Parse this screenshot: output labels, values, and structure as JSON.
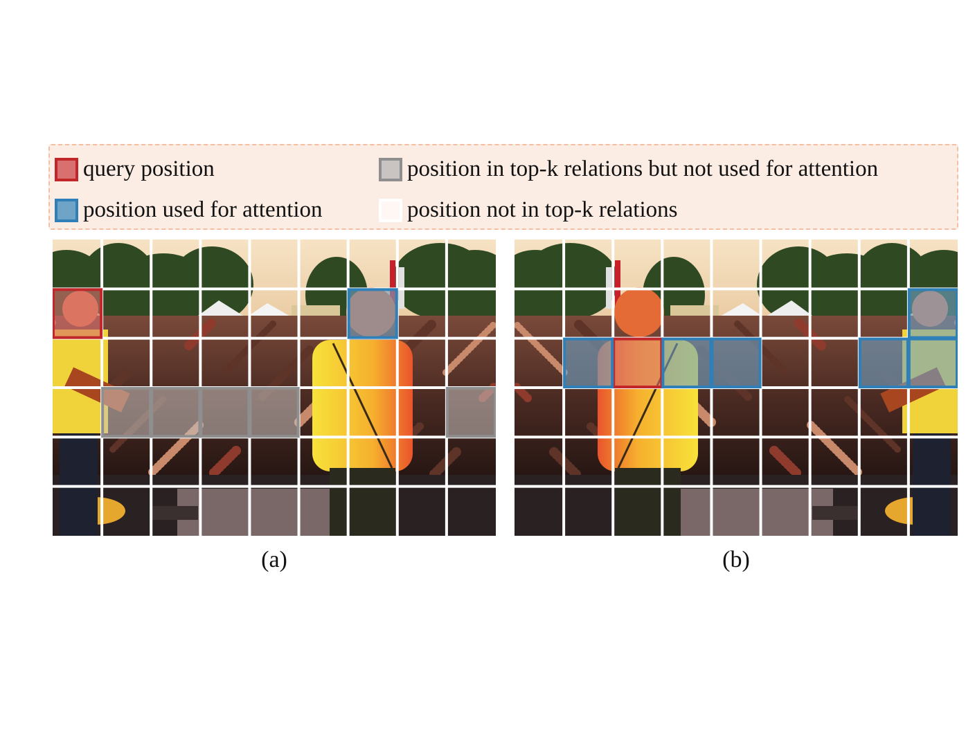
{
  "legend": {
    "items": [
      {
        "key": "query",
        "label": "query position",
        "fill": "#d97070",
        "border": "#c0262a"
      },
      {
        "key": "gray",
        "label": "position in top-k relations but not used for attention",
        "fill": "#c9c3c1",
        "border": "#8f8f8f"
      },
      {
        "key": "blue",
        "label": "position used for attention",
        "fill": "#6fa4c6",
        "border": "#2f7fb8"
      },
      {
        "key": "empty",
        "label": "position not in top-k relations",
        "fill": "#fff7f3",
        "border": "#ffffff"
      }
    ]
  },
  "grid": {
    "columns": 9,
    "rows": 6
  },
  "panels": [
    {
      "caption": "(a)",
      "highlights": [
        {
          "type": "query",
          "col": 0,
          "row": 1
        },
        {
          "type": "blue",
          "col": 6,
          "row": 1
        },
        {
          "type": "gray",
          "col": 1,
          "row": 3
        },
        {
          "type": "gray",
          "col": 2,
          "row": 3
        },
        {
          "type": "gray",
          "col": 3,
          "row": 3
        },
        {
          "type": "gray",
          "col": 4,
          "row": 3
        },
        {
          "type": "gray",
          "col": 8,
          "row": 3
        }
      ]
    },
    {
      "caption": "(b)",
      "highlights": [
        {
          "type": "query",
          "col": 2,
          "row": 2
        },
        {
          "type": "blue",
          "col": 1,
          "row": 2
        },
        {
          "type": "blue",
          "col": 3,
          "row": 2
        },
        {
          "type": "blue",
          "col": 4,
          "row": 2
        },
        {
          "type": "blue",
          "col": 7,
          "row": 2
        },
        {
          "type": "blue",
          "col": 8,
          "row": 2
        },
        {
          "type": "blue",
          "col": 8,
          "row": 1
        }
      ]
    }
  ]
}
